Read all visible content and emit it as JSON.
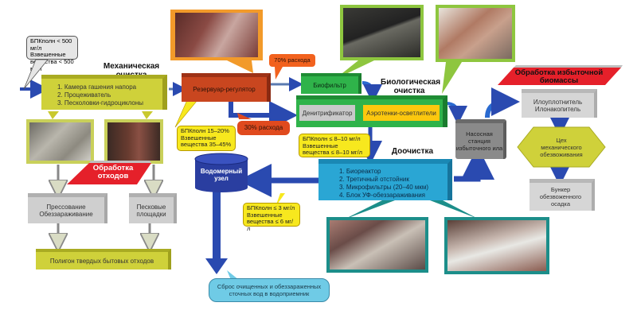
{
  "mechanical": {
    "title": "Механическая очистка",
    "items": [
      "1. Камера гашения напора",
      "2. Процеживатель",
      "3. Песколовки-гидроциклоны"
    ],
    "inflow_callout": [
      "БПКполн < 500 мг/л",
      "Взвешенные",
      "вещества < 500 мг/л"
    ]
  },
  "reservoir": {
    "label": "Резервуар-регулятор",
    "flow_70": "70% расхода",
    "flow_30": "30% расхода",
    "callout": [
      "БПКполн 15–20%",
      "Взвешенные",
      "вещества 35–45%"
    ]
  },
  "biological": {
    "title": "Биологическая очистка",
    "biofilter": "Биофильтр",
    "denitrifier": "Денитрификатор",
    "aerotanks": "Аэротенки-осветлители",
    "callout": [
      "БПКполн ≤ 8–10 мг/л",
      "Взвешенные",
      "вещества ≤ 8–10 мг/л"
    ]
  },
  "pump_station": {
    "label": "Насосная станция избыточного ила"
  },
  "biomass": {
    "title": "Обработка избыточной биомассы",
    "thickener": [
      "Илоуплотнитель",
      "Илонакопитель"
    ],
    "dewatering": [
      "Цех",
      "механического",
      "обезвоживания"
    ],
    "bunker": [
      "Бункер",
      "обезвоженного",
      "осадка"
    ]
  },
  "post_treatment": {
    "title": "Доочистка",
    "items": [
      "1. Биореактор",
      "2. Третичный отстойник",
      "3. Микрофильтры (20–40 мкм)",
      "4. Блок УФ-обеззараживания"
    ],
    "callout": [
      "БПКполн ≤ 3 мг/л",
      "Взвешенные",
      "вещества ≤ 6 мг/л"
    ]
  },
  "meter": {
    "label": [
      "Водомерный",
      "узел"
    ]
  },
  "discharge": {
    "label": [
      "Сброс очищенных и обеззараженных",
      "сточных вод в водоприемник"
    ]
  },
  "waste": {
    "title": [
      "Обработка",
      "отходов"
    ],
    "pressing": [
      "Прессование",
      "Обеззараживание"
    ],
    "sand": [
      "Песковые",
      "площадки"
    ],
    "landfill": "Полигон твердых бытовых отходов"
  },
  "colors": {
    "mechanical": "#c9c92e",
    "reservoir": "#c9461f",
    "biological": "#2fb34a",
    "post": "#2aa6d4",
    "gray_box": "#c9c9c9",
    "dark_gray": "#8a8a8a",
    "arrow_blue": "#2a4ab0",
    "red_banner": "#e5202a",
    "yellow_callout": "#f7e81e",
    "orange": "#f28a1e",
    "light_green": "#8ec63f"
  }
}
